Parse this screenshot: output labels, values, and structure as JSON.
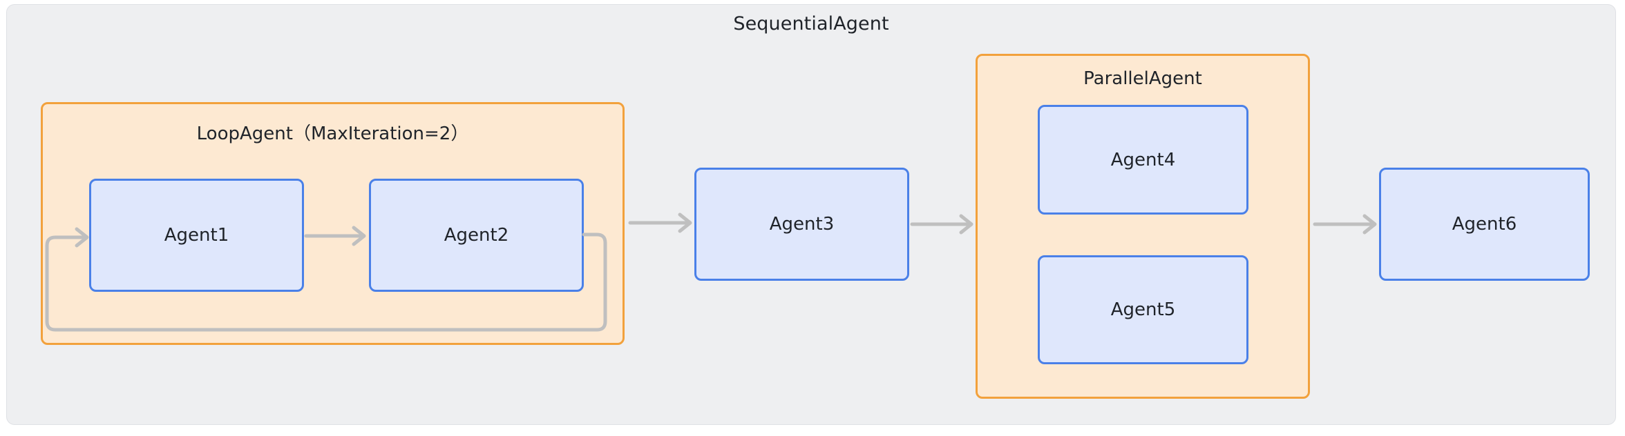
{
  "diagram": {
    "type": "agent-orchestration-flow",
    "root": {
      "name": "sequential-agent",
      "title": "SequentialAgent",
      "container_fill": "#eeeff1",
      "container_border": "#dfe1e5"
    },
    "groups": [
      {
        "name": "loop-agent",
        "title": "LoopAgent（MaxIteration=2）",
        "fill": "#fde9d2",
        "border": "#f2a13c",
        "children": [
          "Agent1",
          "Agent2"
        ]
      },
      {
        "name": "parallel-agent",
        "title": "ParallelAgent",
        "fill": "#fde9d2",
        "border": "#f2a13c",
        "children": [
          "Agent4",
          "Agent5"
        ]
      }
    ],
    "nodes": [
      {
        "id": "agent1",
        "label": "Agent1",
        "fill": "#dfe7fc",
        "border": "#4a80e8"
      },
      {
        "id": "agent2",
        "label": "Agent2",
        "fill": "#dfe7fc",
        "border": "#4a80e8"
      },
      {
        "id": "agent3",
        "label": "Agent3",
        "fill": "#dfe7fc",
        "border": "#4a80e8"
      },
      {
        "id": "agent4",
        "label": "Agent4",
        "fill": "#dfe7fc",
        "border": "#4a80e8"
      },
      {
        "id": "agent5",
        "label": "Agent5",
        "fill": "#dfe7fc",
        "border": "#4a80e8"
      },
      {
        "id": "agent6",
        "label": "Agent6",
        "fill": "#dfe7fc",
        "border": "#4a80e8"
      }
    ],
    "edges": [
      {
        "name": "edge-agent1-to-agent2",
        "from": "agent1",
        "to": "agent2",
        "style": "straight-arrow"
      },
      {
        "name": "edge-agent2-loopback-agent1",
        "from": "agent2",
        "to": "agent1",
        "style": "loop-back-arrow"
      },
      {
        "name": "edge-loopagent-to-agent3",
        "from": "loop-agent",
        "to": "agent3",
        "style": "straight-arrow"
      },
      {
        "name": "edge-agent3-to-parallelagent",
        "from": "agent3",
        "to": "parallel-agent",
        "style": "straight-arrow"
      },
      {
        "name": "edge-parallelagent-to-agent6",
        "from": "parallel-agent",
        "to": "agent6",
        "style": "straight-arrow"
      }
    ],
    "edge_color": "#bfbfbf"
  }
}
